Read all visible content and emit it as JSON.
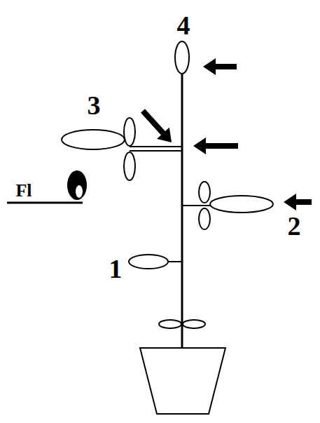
{
  "diagram": {
    "labels": [
      "4",
      "3",
      "Fl",
      "2",
      "1"
    ]
  }
}
